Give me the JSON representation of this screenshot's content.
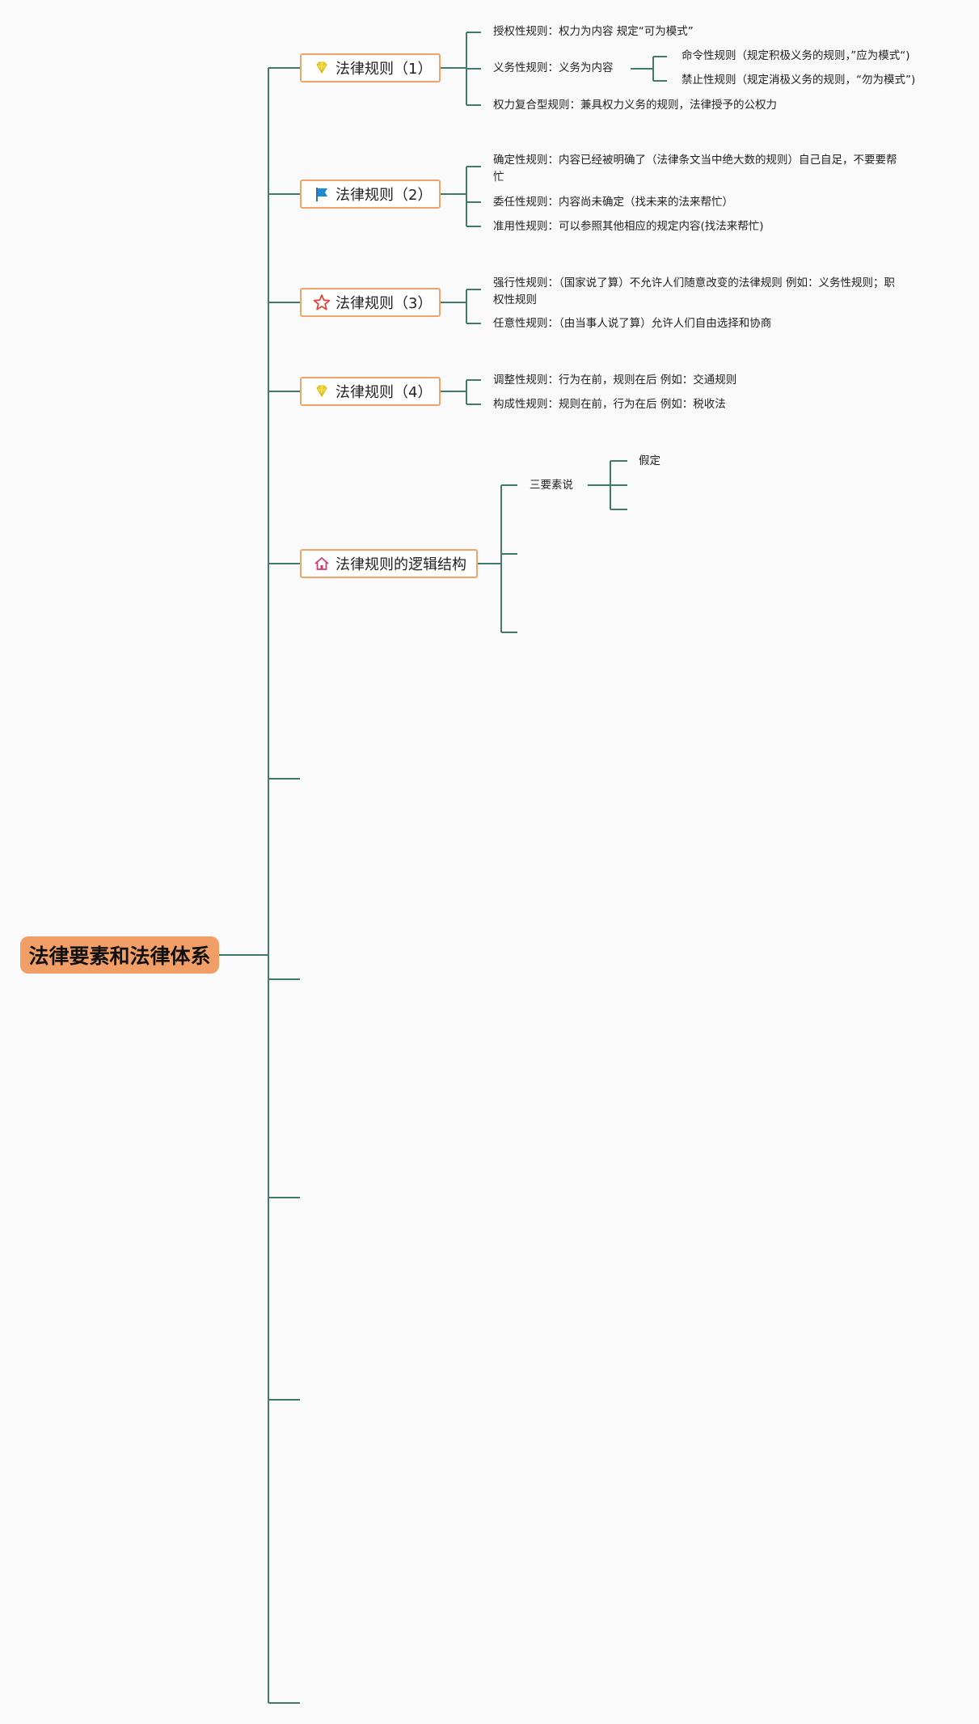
{
  "root": {
    "label": "法律要素和法律体系"
  },
  "branches": [
    {
      "label": "法律规则（1）",
      "icon": "gem-icon",
      "children": [
        {
          "label": "授权性规则：权力为内容 规定“可为模式”"
        },
        {
          "label": "义务性规则：义务为内容",
          "children": [
            {
              "label": "命令性规则（规定积极义务的规则，”应为模式“)"
            },
            {
              "label": "禁止性规则（规定消极义务的规则，“勿为模式”)"
            }
          ]
        },
        {
          "label": "权力复合型规则：兼具权力义务的规则，法律授予的公权力"
        }
      ]
    },
    {
      "label": "法律规则（2）",
      "icon": "flag-icon",
      "children": [
        {
          "label": "确定性规则：内容已经被明确了（法律条文当中绝大数的规则）自己自足，不要要帮忙"
        },
        {
          "label": "委任性规则：内容尚未确定（找未来的法来帮忙）"
        },
        {
          "label": "准用性规则：可以参照其他相应的规定内容(找法来帮忙)"
        }
      ]
    },
    {
      "label": "法律规则（3）",
      "icon": "star-icon",
      "children": [
        {
          "label": "强行性规则：（国家说了算）不允许人们随意改变的法律规则 例如：义务性规则；职权性规则"
        },
        {
          "label": "任意性规则：（由当事人说了算）允许人们自由选择和协商"
        }
      ]
    },
    {
      "label": "法律规则（4）",
      "icon": "gem-icon",
      "children": [
        {
          "label": "调整性规则：行为在前，规则在后 例如：交通规则"
        },
        {
          "label": "构成性规则：规则在前，行为在后 例如：税收法"
        }
      ]
    },
    {
      "label": "法律规则的逻辑结构",
      "icon": "home-icon",
      "children": [
        {
          "label": "三要素说",
          "children": [
            {
              "label": "假定"
            },
            {
              "label": ""
            },
            {
              "label": ""
            }
          ]
        },
        {
          "label": ""
        },
        {
          "label": ""
        }
      ]
    }
  ],
  "colors": {
    "line": "#3f7a6a",
    "accent": "#f29e67",
    "border": "#f2a36c"
  }
}
